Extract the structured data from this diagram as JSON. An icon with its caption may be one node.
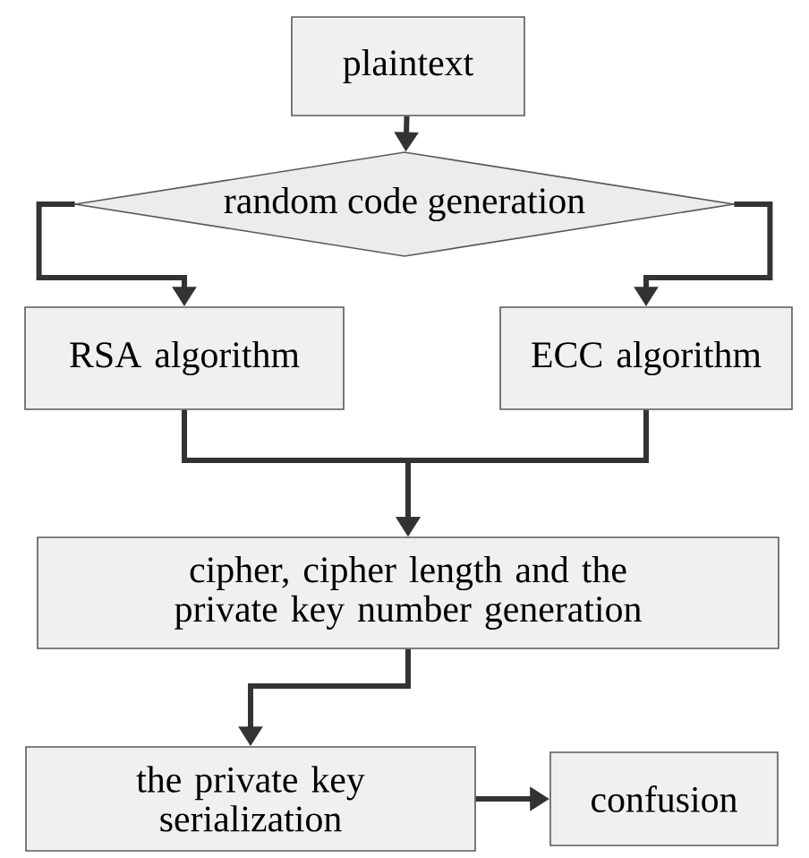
{
  "diagram": {
    "nodes": [
      {
        "text": [
          "plaintext"
        ]
      },
      {
        "text": [
          "random code generation"
        ]
      },
      {
        "text": [
          "RSA algorithm"
        ]
      },
      {
        "text": [
          "ECC algorithm"
        ]
      },
      {
        "text": [
          "cipher, cipher length and the private key number generation"
        ]
      },
      {
        "text": [
          "the private key serialization"
        ]
      },
      {
        "text": [
          "confusion"
        ]
      }
    ],
    "edges": [
      {
        "from": 0,
        "to": 1,
        "arrow": "to"
      },
      {
        "from": 1,
        "to": 2,
        "arrow": "to"
      },
      {
        "from": 1,
        "to": 3,
        "arrow": "to"
      },
      {
        "from": 2,
        "to": 4,
        "arrow": "to"
      },
      {
        "from": 3,
        "to": 4,
        "arrow": "to"
      },
      {
        "from": 4,
        "to": 5,
        "arrow": "to"
      },
      {
        "from": 5,
        "to": 6,
        "arrow": "to"
      }
    ]
  }
}
